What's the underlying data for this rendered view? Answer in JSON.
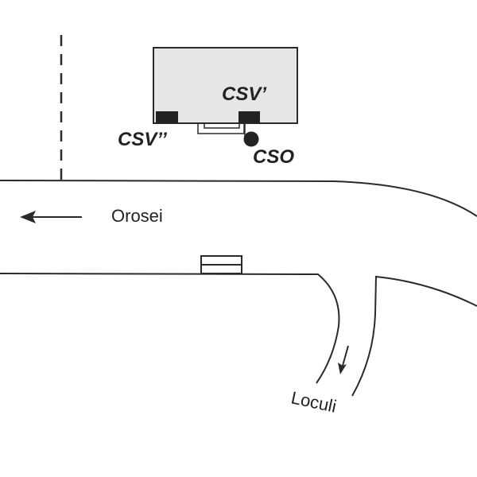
{
  "diagram": {
    "station_labels": {
      "csv_prime": "CSV’",
      "csv_double_prime": "CSV’’",
      "cso": "CSO"
    },
    "directions": {
      "orosei": "Orosei",
      "loculi": "Loculi"
    },
    "icons": {
      "orosei_arrow": "arrow-left-icon",
      "loculi_arrow": "arrow-down-icon"
    },
    "colors": {
      "building_fill": "#e6e6e6",
      "stroke": "#2a2a2a",
      "sensor_fill": "#222222"
    }
  }
}
